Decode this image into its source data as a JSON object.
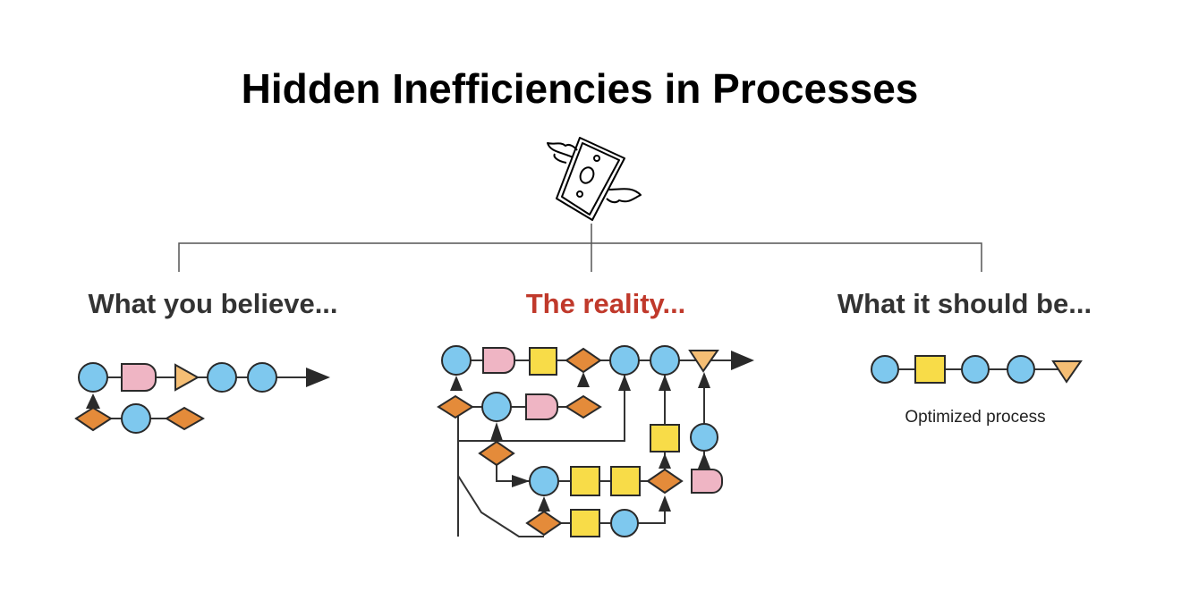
{
  "title": "Hidden Inefficiencies in Processes",
  "icon": "flying-money-icon",
  "branches": [
    {
      "heading": "What you believe...",
      "color": "#333333"
    },
    {
      "heading": "The reality...",
      "color": "#c0392b"
    },
    {
      "heading": "What it should be...",
      "color": "#333333",
      "caption": "Optimized process"
    }
  ]
}
